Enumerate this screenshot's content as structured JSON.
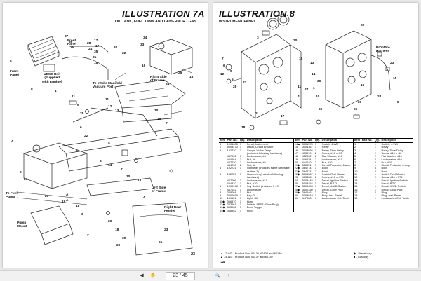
{
  "left_page": {
    "title": "ILLUSTRATION 7A",
    "subtitle": "OIL TANK, FUEL TANK AND GOVERNOR - GAS",
    "labels": {
      "front_panel_top": "Front\nPanel",
      "front_panel_left": "Front\nPanel",
      "uesc": "UESC Unit\n(Supplied\nwith Engine)",
      "intake": "To Intake Manifold\nVacuum Port",
      "right_side": "Right Side\nof Frame",
      "left_side": "Left Side\nof Frame",
      "fuel_pump": "To Fuel\nPump",
      "pump_mount": "Pump\nMount",
      "right_rear": "Right Rear\nFender"
    },
    "callouts": [
      "37",
      "36",
      "35",
      "28",
      "24",
      "17",
      "17",
      "35",
      "31",
      "18",
      "32",
      "22",
      "34",
      "33",
      "16",
      "24",
      "25",
      "18",
      "5",
      "8",
      "1",
      "11",
      "9",
      "25",
      "11",
      "12",
      "13",
      "10",
      "15",
      "7",
      "6",
      "22",
      "4",
      "3",
      "3",
      "14",
      "7",
      "10",
      "14",
      "4",
      "2",
      "21",
      "27",
      "19",
      "18",
      "3",
      "29",
      "18",
      "30",
      "7",
      "20",
      "A",
      "A",
      "4",
      "23",
      "21"
    ],
    "page_number": "23"
  },
  "right_page": {
    "title": "ILLUSTRATION 8",
    "subtitle": "INSTRUMENT PANEL",
    "labels": {
      "harness": "P/D Wire\nHarness"
    },
    "callouts": [
      "7",
      "6",
      "12",
      "5",
      "9",
      "21",
      "3",
      "28",
      "11",
      "4",
      "27",
      "20",
      "16",
      "1",
      "13",
      "14",
      "30",
      "10",
      "22",
      "23",
      "15",
      "24",
      "19",
      "29",
      "8",
      "25",
      "18",
      "17",
      "2",
      "26"
    ],
    "table": {
      "headers": [
        "Item",
        "Part No.",
        "Qty.",
        "Description",
        "Item",
        "Part No.",
        "Qty.",
        "Description",
        "Item",
        "Part No.",
        "Qty.",
        "Description"
      ],
      "col1": [
        [
          "1",
          "1001608",
          "1",
          "Panel, Instrument"
        ],
        [
          "2",
          "5003470",
          "1",
          "Decal, Circuit Breaker"
        ],
        [
          "3",
          "192720",
          "1",
          "Gauge, Water Temp."
        ],
        [
          "",
          "",
          "",
          "(Includes following hardware)"
        ],
        [
          "",
          "447002",
          "3",
          "Lockwasher, #6"
        ],
        [
          "",
          "444264",
          "3",
          "Nut, #6"
        ],
        [
          "",
          "447220",
          "2",
          "Lockwasher, #6"
        ],
        [
          "",
          "444208",
          "2",
          "Nut, #8"
        ],
        [
          "4",
          "192721",
          "1",
          "Voltmeter (includes same hardware"
        ],
        [
          "",
          "",
          "",
          "as item 3)"
        ],
        [
          "5",
          "152723",
          "1",
          "Hourmeter (Includes following"
        ],
        [
          "",
          "",
          "",
          "hardware)"
        ],
        [
          "",
          "447006",
          "1",
          "Lockwasher, #10"
        ],
        [
          "",
          "444310",
          "1",
          "Nut, #10"
        ],
        [
          "6",
          "1000948",
          "1",
          "Key Switch (Includes 7 - 9)"
        ],
        [
          "7",
          "447022",
          "1",
          "Lockwasher"
        ],
        [
          "8",
          "358068",
          "1",
          "Nut"
        ],
        [
          "9",
          "5000039",
          "1",
          "Key (2)"
        ],
        [
          "10",
          "159601",
          "1",
          "Light, Oil"
        ],
        [
          "11◆",
          "366570",
          "1",
          "Horn"
        ],
        [
          "12◆",
          "383961",
          "1",
          "Switch, SPST (Glow Plug)"
        ],
        [
          "13◆",
          "383962",
          "1",
          "Boot, Toggle"
        ],
        [
          "14◆",
          "366952",
          "1",
          "Plug"
        ]
      ],
      "col2": [
        [
          "14▲",
          "3001378",
          "1",
          "Switch, 4-WD"
        ],
        [
          "15",
          "3001367",
          "1",
          "Relay"
        ],
        [
          "16",
          "3003036",
          "1",
          "Relay, Time Delay"
        ],
        [
          "17",
          "403910",
          "2",
          "Screw, #10 x .50"
        ],
        [
          "18",
          "452002",
          "2",
          "Flat Washer, #10"
        ],
        [
          "19",
          "446118",
          "2",
          "Lockwasher, #10"
        ],
        [
          "20",
          "444010",
          "2",
          "Nut, #10"
        ],
        [
          "21◆",
          "358051",
          "1",
          "Circuit Protector, 6 amp"
        ],
        [
          "22◆",
          "364774",
          "3",
          "Boot"
        ],
        [
          "21◆",
          "364774",
          "2",
          "Boot"
        ],
        [
          "22◆",
          "3001367",
          "1",
          "Switch Reel Master"
        ],
        [
          "23",
          "403808",
          "2",
          "Screw, #10 x .375"
        ],
        [
          "24",
          "5003445",
          "1",
          "Decal, Ignition Switch"
        ],
        [
          "25",
          "5003454",
          "1",
          "Decal, P.T.O."
        ],
        [
          "27▲",
          "3003453",
          "1",
          "Decal, 4-WD Switch"
        ],
        [
          "28◆",
          "3002330",
          "1",
          "Decal, Glow Plug"
        ],
        [
          "29◆",
          "364646",
          "2",
          "Plug"
        ],
        [
          "30",
          "3003019",
          "1",
          "Plug, Inst. Panel"
        ],
        [
          "31",
          "447008",
          "1",
          "Lockwasher Ext. Tooth"
        ]
      ],
      "col3": [
        [
          "1",
          "",
          "1",
          "Switch, 4-WD"
        ],
        [
          "2",
          "",
          "1",
          "Relay"
        ],
        [
          "3",
          "",
          "1",
          "Relay, Time Delay"
        ],
        [
          "4",
          "",
          "2",
          "Screw, #10 x .50"
        ],
        [
          "5",
          "",
          "2",
          "Flat Washer, #10"
        ],
        [
          "6",
          "",
          "2",
          "Lockwasher, #10"
        ],
        [
          "7",
          "",
          "2",
          "Nut, #10"
        ],
        [
          "8",
          "",
          "1",
          "Circuit Protector, 6 amp"
        ],
        [
          "9",
          "",
          "3",
          "Boot"
        ],
        [
          "10",
          "",
          "2",
          "Boot"
        ],
        [
          "11",
          "",
          "1",
          "Switch Reel Master"
        ],
        [
          "12",
          "",
          "2",
          "Screw, #10 x 375"
        ],
        [
          "13",
          "",
          "1",
          "Decal, Ignition Switch"
        ],
        [
          "14",
          "",
          "1",
          "Decal, P.T.O."
        ],
        [
          "15",
          "",
          "1",
          "Decal, 4-WD Switch"
        ],
        [
          "16",
          "",
          "1",
          "Decal, Glow Plug"
        ],
        [
          "17",
          "",
          "2",
          "Plug"
        ],
        [
          "18",
          "",
          "1",
          "Plug, Inst. Panel"
        ],
        [
          "19",
          "",
          "1",
          "Lockwasher Ext. Tooth"
        ]
      ]
    },
    "notes_left": [
      "▲ - 2-WD - Product Nos. 66136, 66138 and 66140.",
      "▲ - 4-WD - Product Nos. 66137 and 66139"
    ],
    "notes_right": [
      "◆ - Diesel only",
      "■ - Gas only"
    ],
    "page_number": "24"
  },
  "toolbar": {
    "page_indicator": "23 / 45",
    "zoom_out": "−",
    "zoom_in": "+"
  }
}
